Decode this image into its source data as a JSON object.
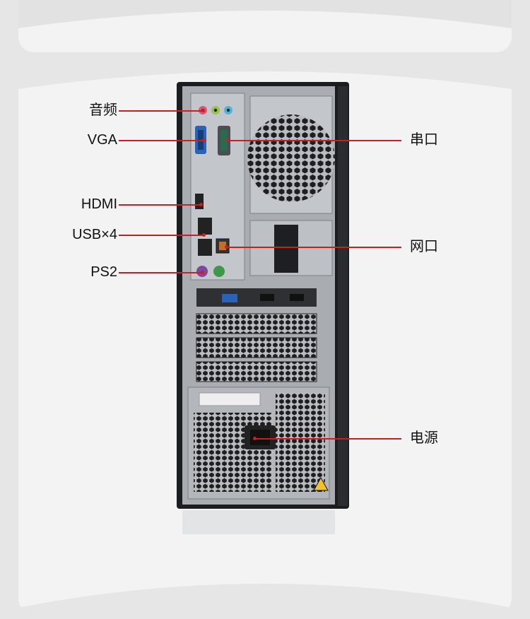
{
  "labels": {
    "audio": "音频",
    "vga": "VGA",
    "hdmi": "HDMI",
    "usb": "USB×4",
    "ps2": "PS2",
    "serial": "串口",
    "network": "网口",
    "power": "电源"
  },
  "colors": {
    "leader_line": "#c8201e",
    "background": "#e6e6e6",
    "panel": "#f3f3f3",
    "chassis": "#1c1d20",
    "metal": "#b9bcc0",
    "vga_port": "#2a62b8",
    "ps2_purple": "#7b4aa0",
    "ps2_green": "#3a9a4a"
  },
  "icons": [
    "warning-triangle-icon"
  ]
}
